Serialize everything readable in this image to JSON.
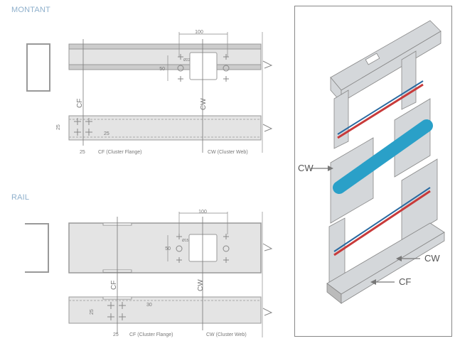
{
  "sections": [
    {
      "title": "MONTANT",
      "dim_100": "100",
      "dim_50": "50",
      "hole_label": "Ø22",
      "dim_25a": "25",
      "dim_25b": "25",
      "dim_25c": "25",
      "cf": "CF",
      "cw": "CW",
      "cf_caption": "CF (Cluster Flange)",
      "cw_caption": "CW (Cluster Web)"
    },
    {
      "title": "RAIL",
      "dim_100": "100",
      "dim_50": "50",
      "hole_label": "Ø15",
      "dim_25a": "25",
      "dim_30": "30",
      "dim_25c": "25",
      "cf": "CF",
      "cw": "CW",
      "cf_caption": "CF (Cluster Flange)",
      "cw_caption": "CW (Cluster Web)"
    }
  ],
  "iso": {
    "cw_left": "CW",
    "cw_right": "CW",
    "cf_right": "CF"
  },
  "colors": {
    "pipe_blue": "#2aa0c8",
    "pipe_red": "#c83a3a",
    "steel": "#c8ccd0"
  }
}
